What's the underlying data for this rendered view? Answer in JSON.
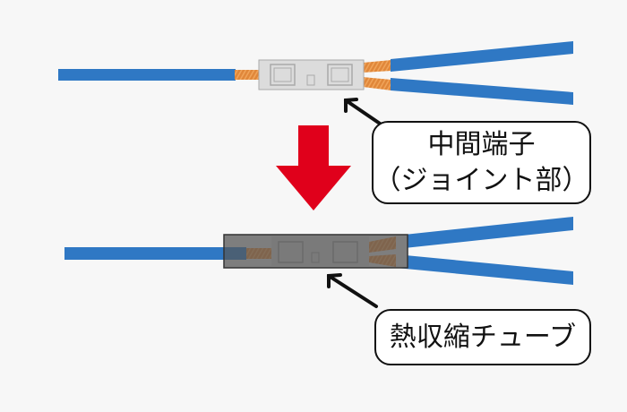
{
  "callouts": {
    "joint": {
      "line1": "中間端子",
      "line2": "（ジョイント部）"
    },
    "tube": {
      "label": "熱収縮チューブ"
    }
  },
  "colors": {
    "wire": "#2f78c4",
    "copper": "#e0873a",
    "arrow": "#e0001b",
    "connector": "#dcdcdc",
    "tube": "#666666"
  }
}
